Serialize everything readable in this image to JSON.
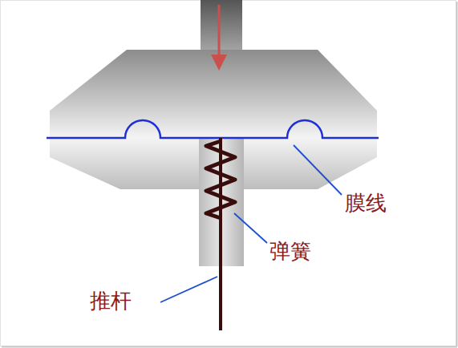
{
  "diagram": {
    "labels": [
      "膜线",
      "弹簧",
      "推杆"
    ]
  }
}
